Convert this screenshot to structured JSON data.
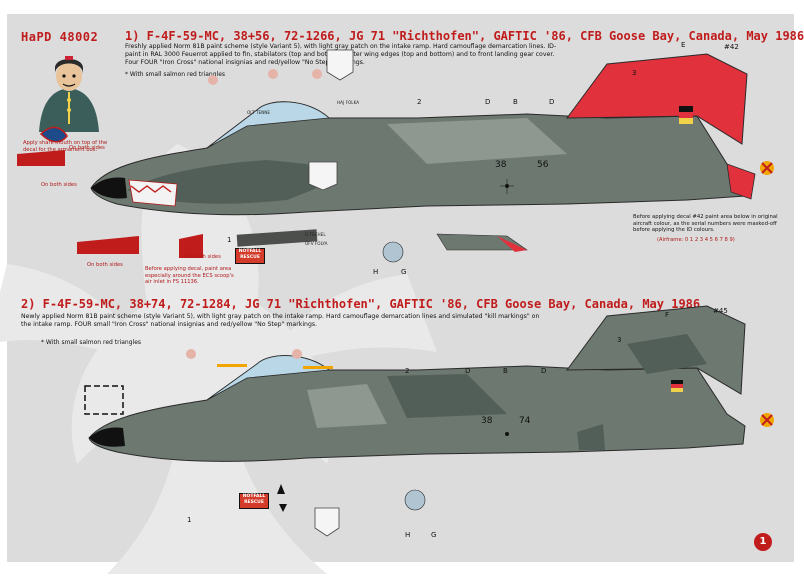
{
  "sheet_ref": "HaPD 48002",
  "page_number": "1",
  "scheme1": {
    "title": "1) F-4F-59-MC, 38+56, 72-1266, JG 71 \"Richthofen\", GAFTIC '86, CFB Goose Bay, Canada, May 1986",
    "description": "Freshly applied Norm 81B paint scheme (style Variant 5), with light gray patch on the intake ramp. Hard camouflage demarcation lines. ID-paint in RAL 3000 Feuerrot applied to fin, stabilators (top and bottom), outer wing edges (top and bottom) and to front landing gear cover. Four FOUR \"Iron Cross\" national insignias and red/yellow \"No Step\" markings.",
    "note": "* With small salmon red triangles",
    "callouts": [
      "3",
      "E",
      "#42",
      "2",
      "D",
      "B",
      "D",
      "1",
      "H",
      "G"
    ],
    "serial_left": "38",
    "serial_right": "56",
    "nose_labels": [
      "OLT TENNE",
      "HAJ FOLKA",
      "U TECHEL",
      "OFV FOLYA"
    ],
    "mouth_note": "Apply shark mouth on top of the decal for the armament box.",
    "both_sides_labels": [
      "On both sides",
      "On both sides",
      "On both sides",
      "On both sides"
    ],
    "intake_note": "Before applying decal, paint area especially around the ECS scoop's air inlet in FS 11136.",
    "fin_note": "Before applying decal #42 paint area below in original aircraft colour, as the serial numbers were masked-off before applying the ID colours.",
    "fin_note_red": "(Airframe: 0 1 2 3 4 5 6 7 8 9)",
    "rescue_placard": "NOTFALL RESCUE"
  },
  "scheme2": {
    "title": "2) F-4F-59-MC, 38+74, 72-1284, JG 71 \"Richthofen\", GAFTIC '86, CFB Goose Bay, Canada, May 1986",
    "description": "Newly applied Norm 81B paint scheme (style Variant 5), with light gray patch on the intake ramp. Hard camouflage demarcation lines and simulated \"kill markings\" on the intake ramp. FOUR small \"Iron Cross\" national insignias and red/yellow \"No Step\" markings.",
    "note": "* With small salmon red triangles",
    "callouts": [
      "3",
      "F",
      "#45",
      "2",
      "D",
      "B",
      "D",
      "1",
      "H",
      "G"
    ],
    "serial_left": "38",
    "serial_right": "74",
    "rescue_placard": "NOTFALL RESCUE"
  },
  "colors": {
    "accent_red": "#c11c1c",
    "id_red": "#e0313c",
    "camo_dark": "#525e58",
    "camo_mid": "#6d7870",
    "camo_light": "#8e9790",
    "background": "#dcdcdc"
  }
}
